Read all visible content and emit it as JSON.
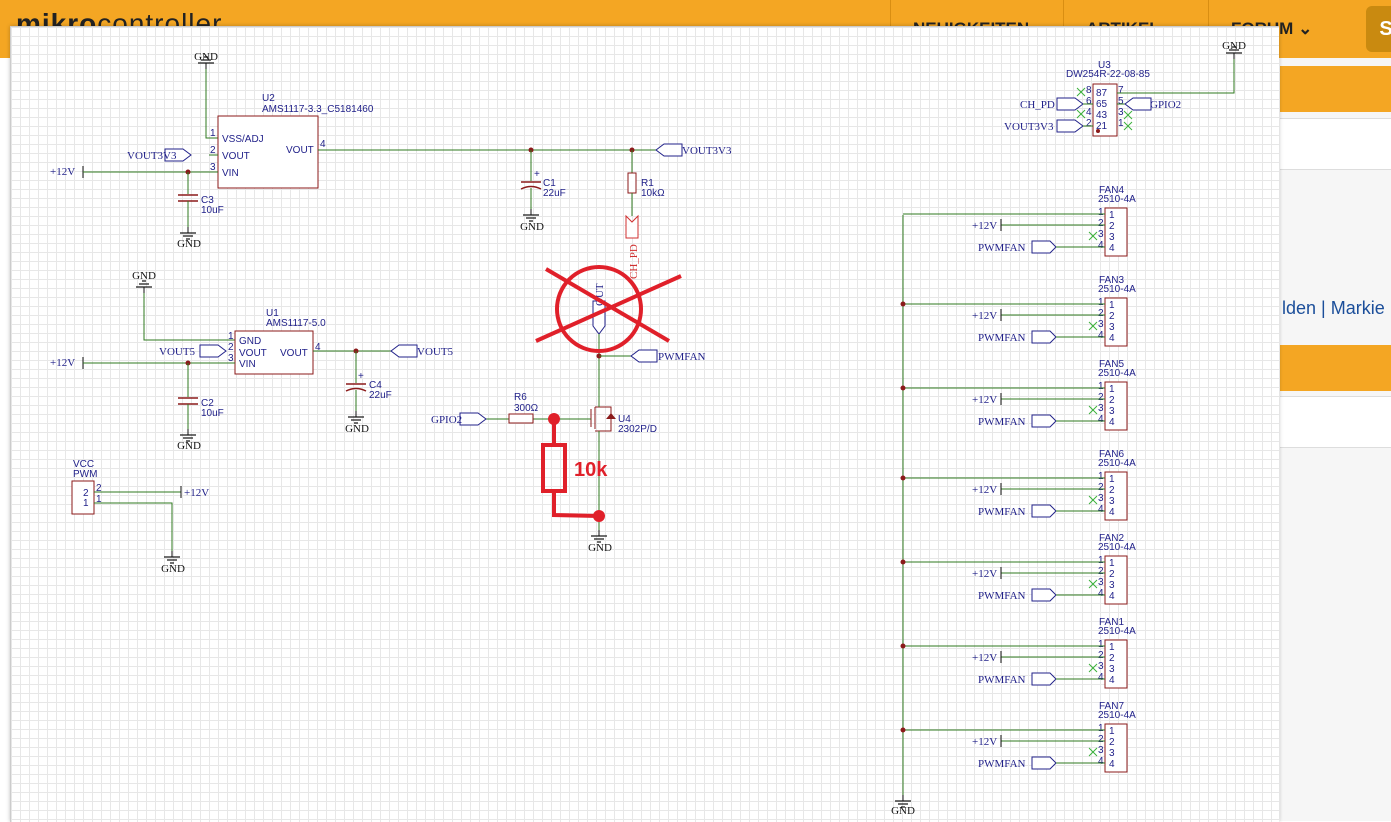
{
  "site": {
    "logo_bold": "mikro",
    "logo_rest": "controller",
    "nav": [
      "NEUIGKEITEN",
      "ARTIKEL",
      "FORUM"
    ],
    "search_btn": "S",
    "side_links": "lden | Markie"
  },
  "schematic": {
    "u2": {
      "ref": "U2",
      "part": "AMS1117-3.3_C5181460",
      "pin_vss": "VSS/ADJ",
      "pin_vout": "VOUT",
      "pin_vin": "VIN",
      "pin_out": "VOUT",
      "p1": "1",
      "p2": "2",
      "p3": "3",
      "p4": "4"
    },
    "u1": {
      "ref": "U1",
      "part": "AMS1117-5.0",
      "pin_gnd": "GND",
      "pin_vout": "VOUT",
      "pin_vin": "VIN",
      "pin_out": "VOUT",
      "p1": "1",
      "p2": "2",
      "p3": "3",
      "p4": "4"
    },
    "u3": {
      "ref": "U3",
      "part": "DW254R-22-08-85",
      "pins_left": [
        "8",
        "6",
        "4",
        "2"
      ],
      "pins_inner": [
        "87",
        "65",
        "43",
        "21"
      ],
      "pins_right": [
        "7",
        "5",
        "3",
        "1"
      ]
    },
    "u4": {
      "ref": "U4",
      "part": "2302P/D"
    },
    "c1": {
      "ref": "C1",
      "value": "22uF"
    },
    "c2": {
      "ref": "C2",
      "value": "10uF"
    },
    "c3": {
      "ref": "C3",
      "value": "10uF"
    },
    "c4": {
      "ref": "C4",
      "value": "22uF"
    },
    "r1": {
      "ref": "R1",
      "value": "10kΩ"
    },
    "r6": {
      "ref": "R6",
      "value": "300Ω"
    },
    "pwm_conn": {
      "ref1": "VCC",
      "ref2": "PWM",
      "p2": "2",
      "p1": "1"
    },
    "nets": {
      "gnd": "GND",
      "p12v": "+12V",
      "vout3v3": "VOUT3V3",
      "vout5": "VOUT5",
      "pwmfan": "PWMFAN",
      "gpio2": "GPIO2",
      "ch_pd": "CH_PD",
      "out": "OUT"
    },
    "annotation": "10k",
    "fans": [
      {
        "ref": "FAN4",
        "part": "2510-4A"
      },
      {
        "ref": "FAN3",
        "part": "2510-4A"
      },
      {
        "ref": "FAN5",
        "part": "2510-4A"
      },
      {
        "ref": "FAN6",
        "part": "2510-4A"
      },
      {
        "ref": "FAN2",
        "part": "2510-4A"
      },
      {
        "ref": "FAN1",
        "part": "2510-4A"
      },
      {
        "ref": "FAN7",
        "part": "2510-4A"
      }
    ],
    "fan_pins": [
      "1",
      "2",
      "3",
      "4"
    ],
    "colors": {
      "wire": "#2f7a1f",
      "part": "#8b1a1a",
      "net": "#22228a",
      "red_mark": "#e0202a"
    }
  }
}
